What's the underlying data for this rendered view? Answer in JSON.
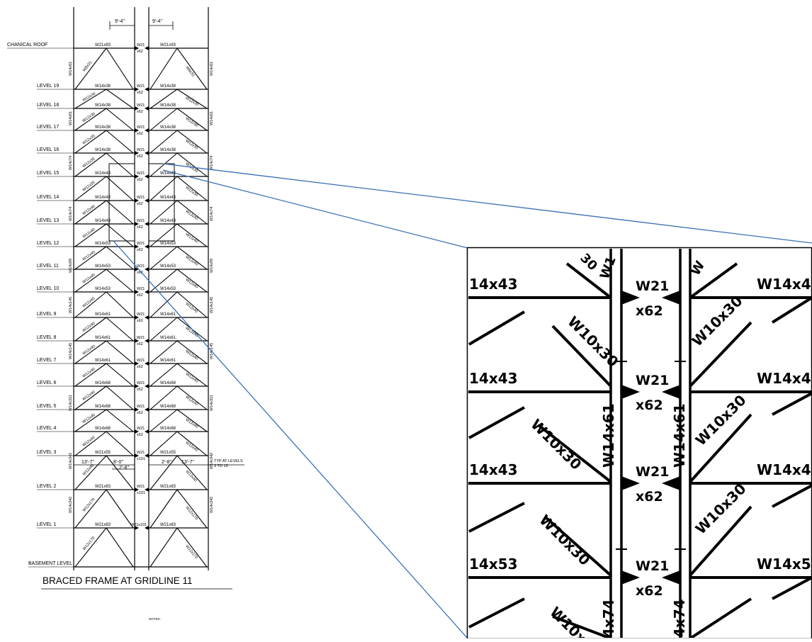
{
  "drawing": {
    "title": "BRACED FRAME AT GRIDLINE 11",
    "notes_label": "NOTES:",
    "top_dimension_left": "9'-4\"",
    "top_dimension_right": "9'-4\"",
    "typ_note_line1": "TYP AT LEVELS",
    "typ_note_line2": "3 TO 19",
    "level3_dims": [
      "13'-7\"",
      "8'-0\"",
      "2'-8\"",
      "2'-8\"",
      "13'-7\""
    ]
  },
  "levels": [
    {
      "name": "CHANICAL ROOF",
      "beam_left": "W21x93",
      "beam_right": "W21x93",
      "link": "W21",
      "link2": "x62",
      "brace_left": "W8x31",
      "brace_right": "W8x31"
    },
    {
      "name": "LEVEL 19",
      "beam_left": "W14x38",
      "beam_right": "W14x38",
      "link": "W21",
      "link2": "x62",
      "brace_left": "W12x30",
      "brace_right": "W12x30"
    },
    {
      "name": "LEVEL 18",
      "beam_left": "W14x38",
      "beam_right": "W14x38",
      "link": "W21",
      "link2": "x62",
      "brace_left": "W12x30",
      "brace_right": "W12x30"
    },
    {
      "name": "LEVEL 17",
      "beam_left": "W14x38",
      "beam_right": "W14x38",
      "link": "W21",
      "link2": "x62",
      "brace_left": "W12x35",
      "brace_right": "W12x35"
    },
    {
      "name": "LEVEL 16",
      "beam_left": "W14x38",
      "beam_right": "W14x38",
      "link": "W21",
      "link2": "x62",
      "brace_left": "W12x35",
      "brace_right": "W12x35"
    },
    {
      "name": "LEVEL 15",
      "beam_left": "W14x43",
      "beam_right": "W14x43",
      "link": "W21",
      "link2": "x62",
      "brace_left": "W12x35",
      "brace_right": "W12x35"
    },
    {
      "name": "LEVEL 14",
      "beam_left": "W14x43",
      "beam_right": "W14x43",
      "link": "W21",
      "link2": "x62",
      "brace_left": "W12x40",
      "brace_right": "W12x40"
    },
    {
      "name": "LEVEL 13",
      "beam_left": "W14x43",
      "beam_right": "W14x43",
      "link": "W21",
      "link2": "x62",
      "brace_left": "W12x40",
      "brace_right": "W12x40"
    },
    {
      "name": "LEVEL 12",
      "beam_left": "W14x53",
      "beam_right": "W14x53",
      "link": "W21",
      "link2": "x62",
      "brace_left": "W12x40",
      "brace_right": "W12x40"
    },
    {
      "name": "LEVEL 11",
      "beam_left": "W14x53",
      "beam_right": "W14x53",
      "link": "W21",
      "link2": "x62",
      "brace_left": "W12x40",
      "brace_right": "W12x40"
    },
    {
      "name": "LEVEL 10",
      "beam_left": "W14x53",
      "beam_right": "W14x53",
      "link": "W21",
      "link2": "x62",
      "brace_left": "W12x40",
      "brace_right": "W12x40"
    },
    {
      "name": "LEVEL 9",
      "beam_left": "W14x61",
      "beam_right": "W14x61",
      "link": "W21",
      "link2": "x62",
      "brace_left": "W12x40",
      "brace_right": "W12x40"
    },
    {
      "name": "LEVEL 8",
      "beam_left": "W14x61",
      "beam_right": "W14x61",
      "link": "W21",
      "link2": "x62",
      "brace_left": "W12x40",
      "brace_right": "W12x40"
    },
    {
      "name": "LEVEL 7",
      "beam_left": "W14x61",
      "beam_right": "W14x61",
      "link": "W21",
      "link2": "x62",
      "brace_left": "W12x40",
      "brace_right": "W12x40"
    },
    {
      "name": "LEVEL 6",
      "beam_left": "W14x68",
      "beam_right": "W14x68",
      "link": "W21",
      "link2": "x62",
      "brace_left": "W12x40",
      "brace_right": "W12x40"
    },
    {
      "name": "LEVEL 5",
      "beam_left": "W14x68",
      "beam_right": "W14x68",
      "link": "W21",
      "link2": "x62",
      "brace_left": "W12x40",
      "brace_right": "W12x40"
    },
    {
      "name": "LEVEL 4",
      "beam_left": "W14x68",
      "beam_right": "W14x68",
      "link": "W21",
      "link2": "x62",
      "brace_left": "W12x40",
      "brace_right": "W12x40"
    },
    {
      "name": "LEVEL 3",
      "beam_left": "W21x55",
      "beam_right": "W21x55",
      "link": "W21",
      "link2": "x101",
      "brace_left": "W12x40",
      "brace_right": "W12x40"
    },
    {
      "name": "LEVEL 2",
      "beam_left": "W21x83",
      "beam_right": "W21x83",
      "link": "W21",
      "link2": "x101",
      "brace_left": "W12x170",
      "brace_right": "W12x170"
    },
    {
      "name": "LEVEL 1",
      "beam_left": "W21x83",
      "beam_right": "W21x83",
      "link": "W21x101",
      "link2": "",
      "brace_left": "W12x170",
      "brace_right": "W12x170"
    },
    {
      "name": "BASEMENT LEVEL",
      "beam_left": "",
      "beam_right": "",
      "link": "",
      "link2": "",
      "brace_left": "W12x120",
      "brace_right": "W12x101"
    }
  ],
  "column_labels_left": [
    "W14x61",
    "W14x61",
    "W14x74",
    "W14x74",
    "W14x99",
    "W14x145",
    "W14x145",
    "W14x311",
    "W14x342",
    "W14x342"
  ],
  "column_labels_right": [
    "W14x61",
    "W14x61",
    "W14x74",
    "W14x74",
    "W14x99",
    "W14x145",
    "W14x145",
    "W14x311",
    "W14x342",
    "W14x342"
  ],
  "zoom_detail": {
    "rows": [
      {
        "beam_left": "14x43",
        "beam_right": "W14x4",
        "link": "W21",
        "link2": "x62"
      },
      {
        "beam_left": "14x43",
        "beam_right": "W14x4",
        "link": "W21",
        "link2": "x62"
      },
      {
        "beam_left": "14x43",
        "beam_right": "W14x4",
        "link": "W21",
        "link2": "x62"
      },
      {
        "beam_left": "14x53",
        "beam_right": "W14x5",
        "link": "W21",
        "link2": "x62"
      }
    ],
    "braces": [
      "W10x30",
      "W10x30",
      "W10x30",
      "W10x30",
      "W10x30",
      "W10x30",
      "W10x30"
    ],
    "column_left": "W14x61",
    "column_right": "W14x61",
    "column_left_lower": "4x74",
    "column_right_lower": "4x74",
    "top_fragments": [
      "30",
      "W1",
      "W"
    ]
  }
}
